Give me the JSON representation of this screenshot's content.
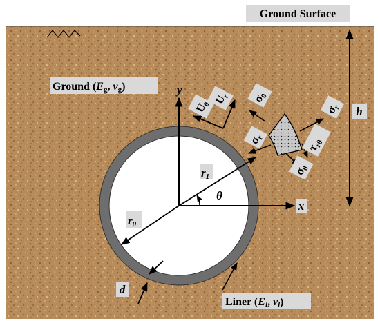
{
  "labels": {
    "ground_surface": "Ground Surface",
    "ground_prefix": "Ground (",
    "E": "E",
    "g_sub": "g",
    "comma": ", ",
    "nu": "ν",
    "close": ")",
    "liner_prefix": "Liner  (",
    "l_sub": "l",
    "x": "x",
    "y": "y",
    "h": "h",
    "d": "d",
    "r0": "r",
    "r0_sub": "0",
    "r1": "r",
    "r1_sub": "1",
    "theta": "θ",
    "U0": "U",
    "U0_sub": "0",
    "Ur": "U",
    "Ur_sub": "r",
    "sigma": "σ",
    "sub_0": "0",
    "sub_r": "r",
    "tau": "τ",
    "tau_sub": "rθ"
  },
  "colors": {
    "soil": "#b88c5a",
    "liner": "#6e6e6e",
    "cavity": "#ffffff",
    "label_bg": "#d9d9d9",
    "ink": "#000000"
  }
}
